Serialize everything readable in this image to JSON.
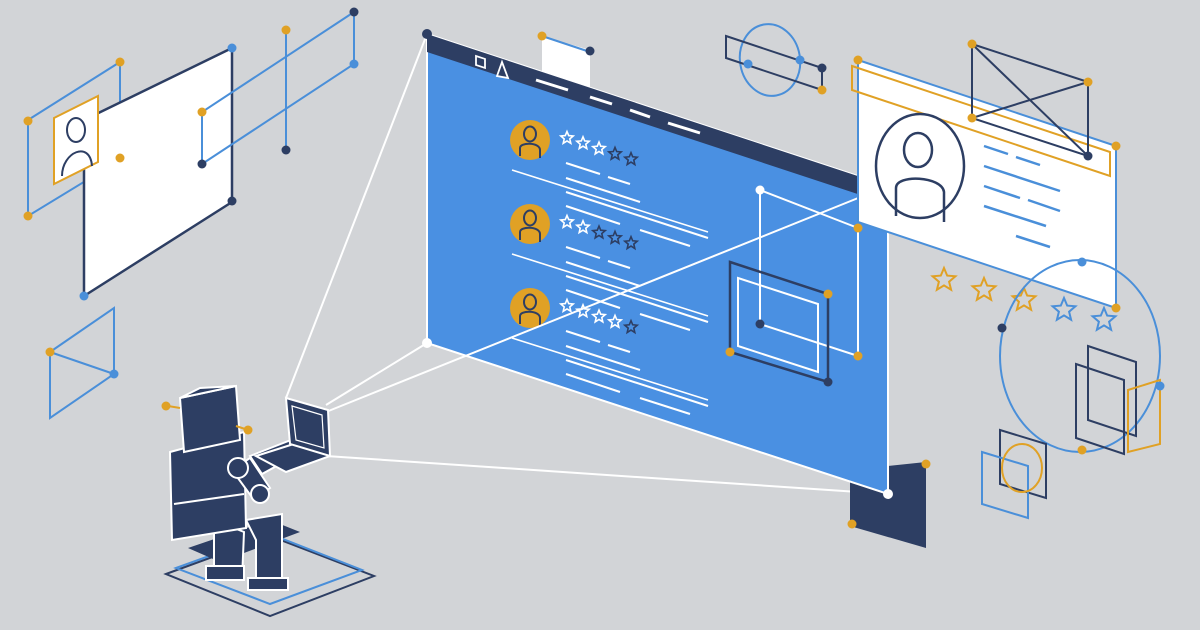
{
  "colors": {
    "background": "#d2d4d7",
    "screen_blue": "#4a90e2",
    "navy": "#2d3e63",
    "orange": "#e0a125",
    "light_blue": "#4a8fd9",
    "white": "#ffffff"
  },
  "main_screen": {
    "toolbar_icons": [
      "square-icon",
      "triangle-icon"
    ],
    "reviews": [
      {
        "avatar": "user-avatar-icon",
        "stars_filled": 3,
        "stars_total": 5
      },
      {
        "avatar": "user-avatar-icon",
        "stars_filled": 2,
        "stars_total": 5
      },
      {
        "avatar": "user-avatar-icon",
        "stars_filled": 4,
        "stars_total": 5
      }
    ]
  },
  "profile_card": {
    "avatar": "user-avatar-icon",
    "rating_stars": 5,
    "rating_filled": 3
  },
  "character": {
    "role": "robot-at-laptop",
    "device": "laptop-icon"
  }
}
